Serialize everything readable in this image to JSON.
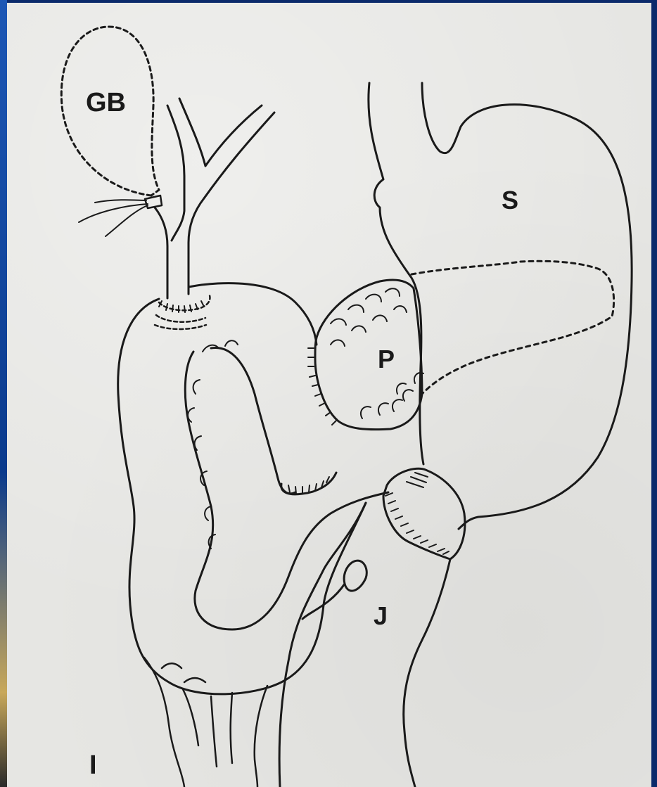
{
  "diagram": {
    "labels": {
      "gallbladder": "GB",
      "stomach": "S",
      "pancreas": "P",
      "jejunum": "J",
      "ileum_marker": "I"
    },
    "colors": {
      "background": "#0b2a6b",
      "paper": "#e6e6e3",
      "ink": "#1a1a1a"
    }
  }
}
